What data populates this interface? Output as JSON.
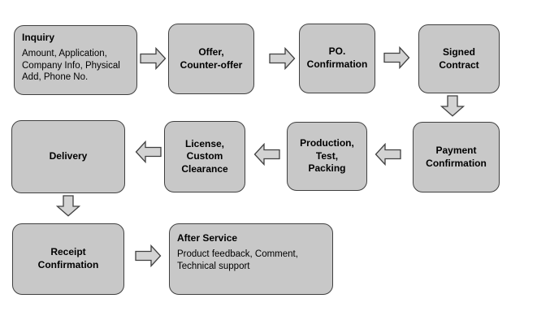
{
  "diagram": {
    "type": "flowchart",
    "nodes": {
      "inquiry": {
        "title": "Inquiry",
        "body": "Amount, Application,\nCompany Info, Physical\nAdd, Phone No."
      },
      "offer": {
        "label": "Offer,\nCounter-offer"
      },
      "po": {
        "label": "PO.\nConfirmation"
      },
      "signed": {
        "label": "Signed\nContract"
      },
      "payment": {
        "label": "Payment\nConfirmation"
      },
      "production": {
        "label": "Production,\nTest,\nPacking"
      },
      "license": {
        "label": "License,\nCustom\nClearance"
      },
      "delivery": {
        "label": "Delivery"
      },
      "receipt": {
        "label": "Receipt\nConfirmation"
      },
      "after_service": {
        "title": "After Service",
        "body": "Product feedback, Comment,\nTechnical support"
      }
    },
    "flow": [
      {
        "from": "inquiry",
        "to": "offer",
        "direction": "right"
      },
      {
        "from": "offer",
        "to": "po",
        "direction": "right"
      },
      {
        "from": "po",
        "to": "signed",
        "direction": "right"
      },
      {
        "from": "signed",
        "to": "payment",
        "direction": "down"
      },
      {
        "from": "payment",
        "to": "production",
        "direction": "left"
      },
      {
        "from": "production",
        "to": "license",
        "direction": "left"
      },
      {
        "from": "license",
        "to": "delivery",
        "direction": "left"
      },
      {
        "from": "delivery",
        "to": "receipt",
        "direction": "down"
      },
      {
        "from": "receipt",
        "to": "after_service",
        "direction": "right"
      }
    ],
    "colors": {
      "background": "#ffffff",
      "node_fill": "#c8c8c8",
      "node_border": "#404040",
      "arrow_fill": "#d3d3d3",
      "arrow_border": "#404040",
      "text": "#000000"
    }
  }
}
